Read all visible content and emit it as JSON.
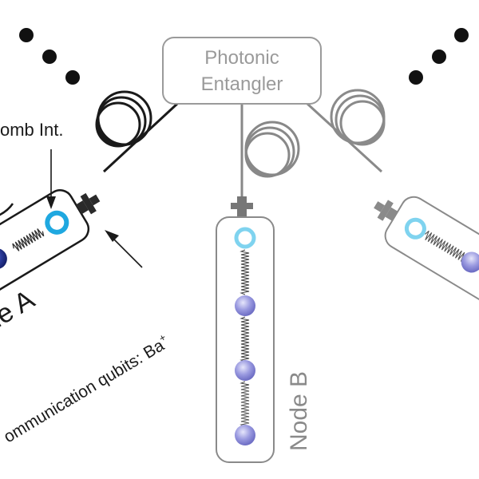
{
  "entangler": {
    "label_line1": "Photonic",
    "label_line2": "Entangler"
  },
  "annotations": {
    "coulomb": "omb Int.",
    "comm_qubits": "ommunication qubits: Ba",
    "comm_qubits_sup": "+"
  },
  "nodes": {
    "a": {
      "label": "de A"
    },
    "b": {
      "label": "Node B"
    }
  },
  "colors": {
    "dark_line": "#1a1a1a",
    "gray_line": "#888888",
    "light_line": "#8a8a8a",
    "comm_qubit_ring": "#3ab7e6",
    "comm_qubit_ring_light": "#7fd3ef",
    "memory_ion_dark": "#2a3a8f",
    "memory_ion_light": "#8a8ad6",
    "node_b_label": "#8a8a8a"
  }
}
